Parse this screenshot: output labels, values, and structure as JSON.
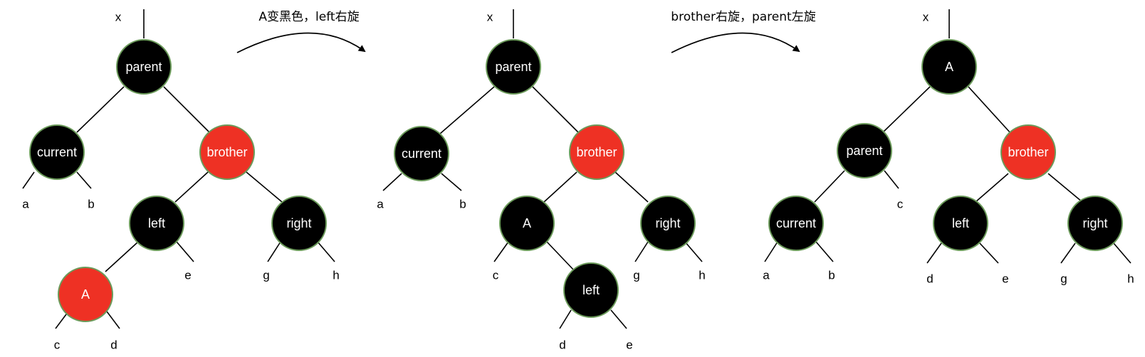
{
  "colors": {
    "black_node": "#000000",
    "red_node": "#ee3124",
    "node_border": "#6b9a5a",
    "label": "#ffffff"
  },
  "steps": [
    {
      "label": "A变黑色，left右旋"
    },
    {
      "label": "brother右旋，parent左旋"
    }
  ],
  "trees": [
    {
      "nodes": [
        {
          "id": "parent",
          "label": "parent",
          "color": "black"
        },
        {
          "id": "current",
          "label": "current",
          "color": "black"
        },
        {
          "id": "brother",
          "label": "brother",
          "color": "red"
        },
        {
          "id": "left",
          "label": "left",
          "color": "black"
        },
        {
          "id": "right",
          "label": "right",
          "color": "black"
        },
        {
          "id": "A",
          "label": "A",
          "color": "red"
        }
      ],
      "leaves": [
        {
          "id": "x",
          "label": "x"
        },
        {
          "id": "a",
          "label": "a"
        },
        {
          "id": "b",
          "label": "b"
        },
        {
          "id": "e",
          "label": "e"
        },
        {
          "id": "g",
          "label": "g"
        },
        {
          "id": "h",
          "label": "h"
        },
        {
          "id": "c",
          "label": "c"
        },
        {
          "id": "d",
          "label": "d"
        }
      ]
    },
    {
      "nodes": [
        {
          "id": "parent",
          "label": "parent",
          "color": "black"
        },
        {
          "id": "current",
          "label": "current",
          "color": "black"
        },
        {
          "id": "brother",
          "label": "brother",
          "color": "red"
        },
        {
          "id": "A",
          "label": "A",
          "color": "black"
        },
        {
          "id": "right",
          "label": "right",
          "color": "black"
        },
        {
          "id": "left",
          "label": "left",
          "color": "black"
        }
      ],
      "leaves": [
        {
          "id": "x",
          "label": "x"
        },
        {
          "id": "a",
          "label": "a"
        },
        {
          "id": "b",
          "label": "b"
        },
        {
          "id": "c",
          "label": "c"
        },
        {
          "id": "g",
          "label": "g"
        },
        {
          "id": "h",
          "label": "h"
        },
        {
          "id": "d",
          "label": "d"
        },
        {
          "id": "e",
          "label": "e"
        }
      ]
    },
    {
      "nodes": [
        {
          "id": "A",
          "label": "A",
          "color": "black"
        },
        {
          "id": "parent",
          "label": "parent",
          "color": "black"
        },
        {
          "id": "brother",
          "label": "brother",
          "color": "red"
        },
        {
          "id": "current",
          "label": "current",
          "color": "black"
        },
        {
          "id": "left",
          "label": "left",
          "color": "black"
        },
        {
          "id": "right",
          "label": "right",
          "color": "black"
        }
      ],
      "leaves": [
        {
          "id": "x",
          "label": "x"
        },
        {
          "id": "c",
          "label": "c"
        },
        {
          "id": "a",
          "label": "a"
        },
        {
          "id": "b",
          "label": "b"
        },
        {
          "id": "d",
          "label": "d"
        },
        {
          "id": "e",
          "label": "e"
        },
        {
          "id": "g",
          "label": "g"
        },
        {
          "id": "h",
          "label": "h"
        }
      ]
    }
  ]
}
